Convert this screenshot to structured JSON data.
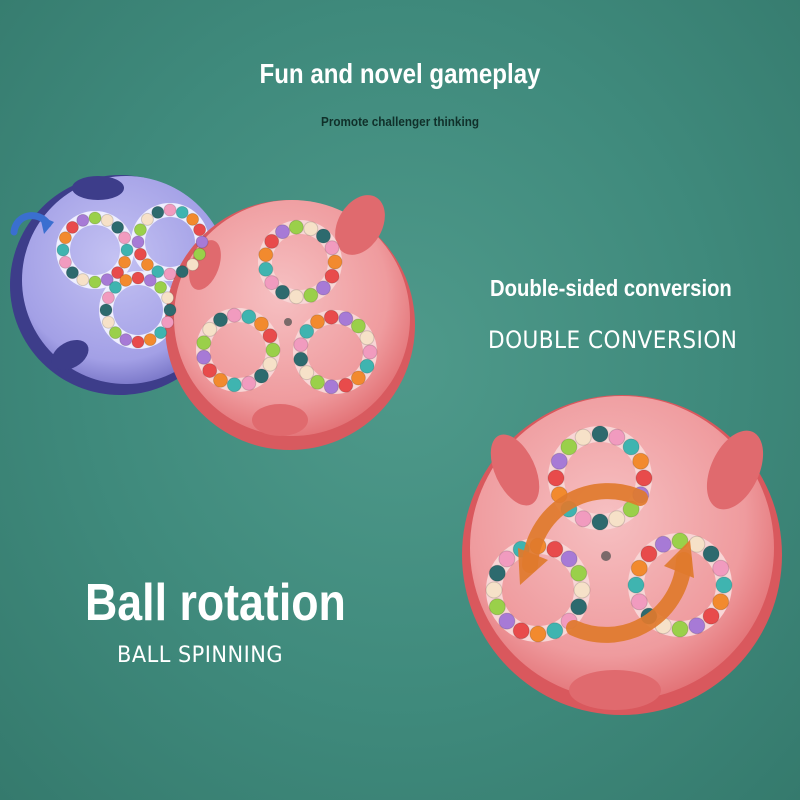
{
  "header": {
    "title": "Fun and novel gameplay",
    "subtitle": "Promote challenger thinking"
  },
  "features": [
    {
      "title": "Double-sided conversion",
      "subtitle": "DOUBLE CONVERSION"
    },
    {
      "title": "Ball rotation",
      "subtitle": "BALL SPINNING"
    }
  ],
  "colors": {
    "background": "#45907f",
    "toy_pink": "#f0a0a4",
    "toy_red": "#e3686c",
    "toy_purple": "#a9a6e8",
    "rotation_arrow": "#e07a2c",
    "ball_palette": [
      "#3fb4b0",
      "#f28a2e",
      "#e84b4b",
      "#a77ad6",
      "#9ad04a",
      "#f6e1c8",
      "#2d6a6e",
      "#f19bbf"
    ]
  }
}
